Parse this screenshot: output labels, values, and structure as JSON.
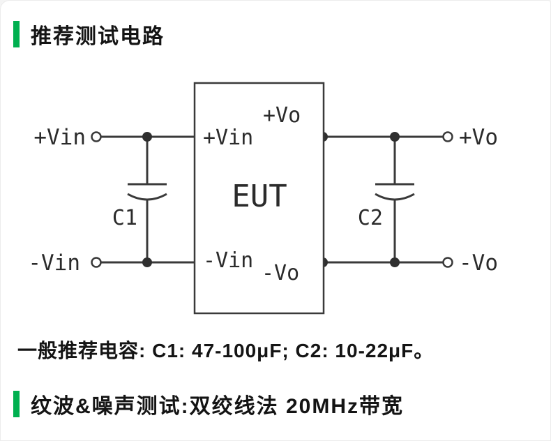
{
  "page": {
    "background": "#ffffff",
    "accent_green": "#00b050",
    "line_color": "#3a3a3a"
  },
  "section_test_circuit": {
    "title": "推荐测试电路"
  },
  "circuit": {
    "eut_label": "EUT",
    "terminals": {
      "input_positive": "+Vin",
      "input_negative": "-Vin",
      "output_positive": "+Vo",
      "output_negative": "-Vo"
    },
    "pins": {
      "in_positive": "+Vin",
      "in_negative": "-Vin",
      "out_positive": "+Vo",
      "out_negative": "-Vo"
    },
    "capacitors": {
      "input": "C1",
      "output": "C2"
    }
  },
  "recommendation": {
    "text": "一般推荐电容: C1: 47-100μF; C2: 10-22μF。"
  },
  "section_ripple": {
    "title": "纹波&噪声测试:双绞线法 20MHz带宽"
  }
}
